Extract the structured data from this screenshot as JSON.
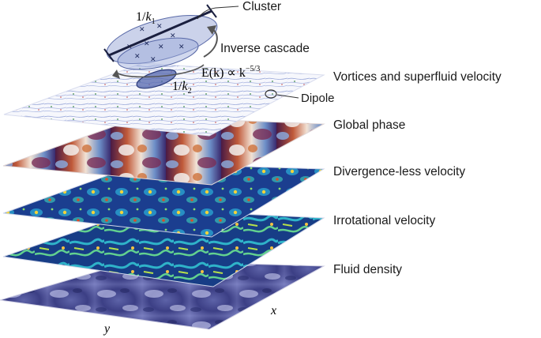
{
  "layers": [
    {
      "id": "vortex",
      "label": "Vortices and superfluid velocity"
    },
    {
      "id": "phase",
      "label": "Global phase"
    },
    {
      "id": "divfree",
      "label": "Divergence-less velocity"
    },
    {
      "id": "irrot",
      "label": "Irrotational velocity"
    },
    {
      "id": "density",
      "label": "Fluid density"
    }
  ],
  "annotations": {
    "cluster": "Cluster",
    "inverse_cascade": "Inverse cascade",
    "dipole": "Dipole",
    "k1_prefix": "1/",
    "k1_var": "k",
    "k1_sub": "1",
    "k2_prefix": "1/",
    "k2_var": "k",
    "k2_sub": "2",
    "spectrum_lhs": "E(k) ∝ k",
    "spectrum_exp": "−5/3"
  },
  "axes": {
    "x": "x",
    "y": "y"
  },
  "colors": {
    "leader": "#333333",
    "cluster_fill": "#7f93c9",
    "arrow": "#555555"
  }
}
